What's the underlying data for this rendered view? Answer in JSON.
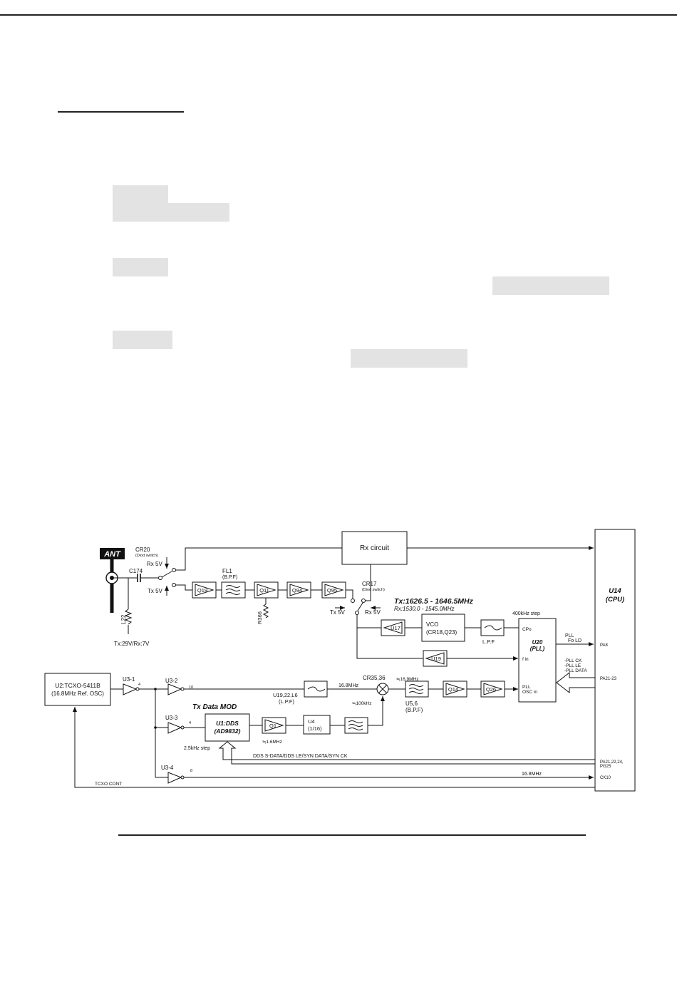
{
  "diagram": {
    "ant": "ANT",
    "cr20": "CR20",
    "cr20_sub": "(Diod switch)",
    "rx5v": "Rx 5V",
    "tx5v": "Tx 5V",
    "c174": "C174",
    "fl1": "FL1",
    "fl1_sub": "(B.P.F)",
    "q19": "Q19",
    "q11": "Q11",
    "q94": "Q94",
    "q95": "Q95",
    "r366": "R366",
    "l22": "L22",
    "ant_voltage": "Tx:29V/Rx:7V",
    "rx_circuit": "Rx circuit",
    "cr17": "CR17",
    "cr17_sub": "(Diod switch)",
    "tx_freq": "Tx:1626.5  - 1646.5MHz",
    "rx_freq": "Rx:1530.0  - 1545.0MHz",
    "u17": "U17",
    "vco": "VCO",
    "vco_sub": "(CR18,Q23)",
    "lpf": "L.P.F",
    "step_400k": "400kHz step",
    "cpo": "CPo",
    "u20": "U20",
    "u20_sub": "(PLL)",
    "fin": "f in",
    "pll_osc": "PLL",
    "pll_osc2": "OSC in",
    "u19": "U19",
    "u14": "U14",
    "u14_sub": "(CPU)",
    "pll_fo": "PLL",
    "fo_ld": "Fo LD",
    "pa8": "PA8",
    "pll_ck": "-PLL CK",
    "pll_le": "-PLL LE",
    "pll_data": "-PLL DATA",
    "pa21_23": "PA21-23",
    "tcxo": "U2:TCXO-5411B",
    "tcxo_sub": "(16.8MHz Ref. OSC)",
    "u3_1": "U3-1",
    "u3_2": "U3-2",
    "u3_3": "U3-3",
    "u3_4": "U3-4",
    "pin4a": "4",
    "pin10": "10",
    "pin4b": "4",
    "pin8": "8",
    "f168": "16.8MHz",
    "u19_22": "U19,22,L6",
    "u19_22_sub": "(L.P.F)",
    "cr35": "CR35,36",
    "f100k": "≒100kHz",
    "f169": "≒16.9MHz",
    "u56": "U5,6",
    "u56_sub": "(B.P.F)",
    "q14": "Q14",
    "q26": "Q26",
    "tx_mod": "Tx Data MOD",
    "u1": "U1:DDS",
    "u1_sub": "(AD9832)",
    "q1": "Q1",
    "u4": "U4",
    "u4_sub": "(1/16)",
    "f16m": "≒1.6MHz",
    "step_25k": "2.5kHz step",
    "dds_bus": "DDS S-DATA/DDS LE/SYN DATA/SYN CK",
    "pa21_25": "PA21,22,24,",
    "pg25": "PG25",
    "f168b": "16.8MHz",
    "ck10": "CK10",
    "tcxo_cont": "TCXO CONT"
  }
}
